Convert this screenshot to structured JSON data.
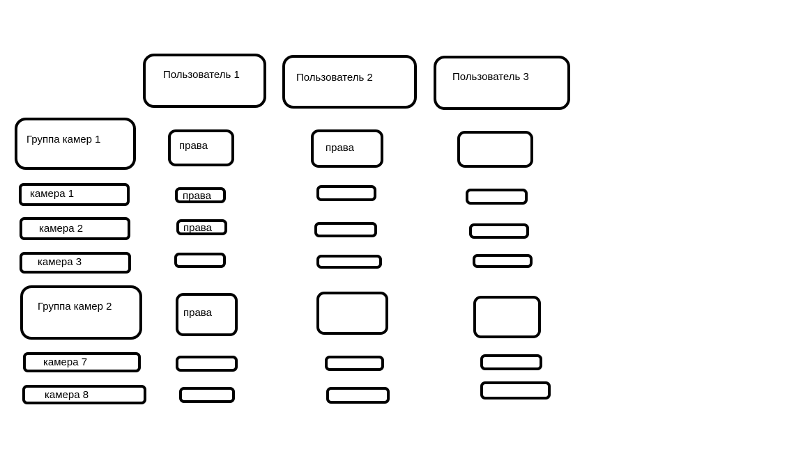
{
  "users": [
    {
      "label": "Пользователь 1"
    },
    {
      "label": "Пользователь 2"
    },
    {
      "label": "Пользователь 3"
    }
  ],
  "groups": [
    {
      "label": "Группа камер 1",
      "rights": [
        "права",
        "права",
        ""
      ],
      "cameras": [
        {
          "label": "камера 1",
          "rights": [
            "права",
            "",
            ""
          ]
        },
        {
          "label": "камера 2",
          "rights": [
            "права",
            "",
            ""
          ]
        },
        {
          "label": "камера 3",
          "rights": [
            "",
            "",
            ""
          ]
        }
      ]
    },
    {
      "label": "Группа камер 2",
      "rights": [
        "права",
        "",
        ""
      ],
      "cameras": [
        {
          "label": "камера 7",
          "rights": [
            "",
            "",
            ""
          ]
        },
        {
          "label": "камера 8",
          "rights": [
            "",
            "",
            ""
          ]
        }
      ]
    }
  ]
}
